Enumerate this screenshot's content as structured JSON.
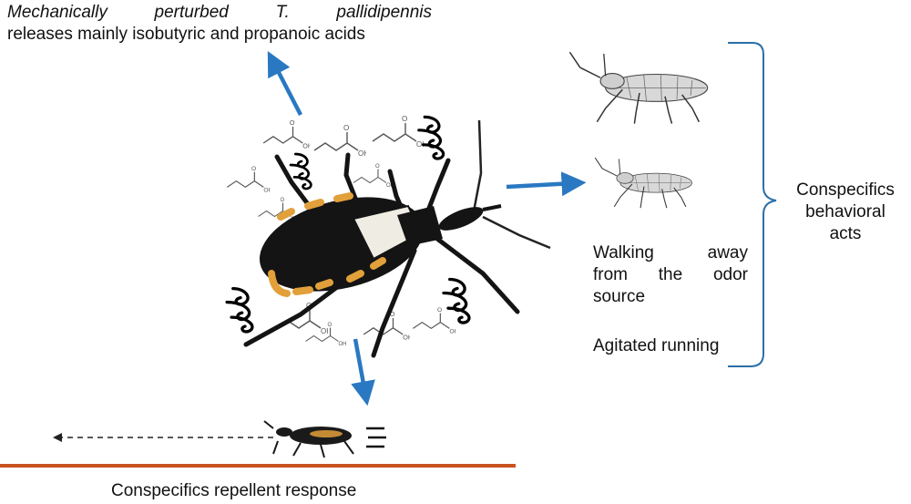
{
  "headline": {
    "line1_prefix": "Mechanically perturbed",
    "species": "T. pallidipennis",
    "line2": "releases mainly isobutyric and propanoic acids"
  },
  "behaviors": {
    "walking": [
      "Walking away",
      "from the odor",
      "source"
    ],
    "agitated": "Agitated running",
    "group_label": [
      "Conspecifics",
      "behavioral",
      "acts"
    ]
  },
  "bottom_label": "Conspecifics repellent response",
  "colors": {
    "arrow": "#2a78c2",
    "bracket": "#2a6fa8",
    "ground": "#c8531c",
    "bug_dark": "#141414",
    "bug_pale": "#efece4",
    "bug_orange": "#e2a03a",
    "chem": "#555555"
  },
  "icons": [
    "odor-swirl-icon",
    "chemical-structure-icon",
    "kissing-bug-icon",
    "sketch-bug-icon",
    "motion-lines-icon"
  ]
}
